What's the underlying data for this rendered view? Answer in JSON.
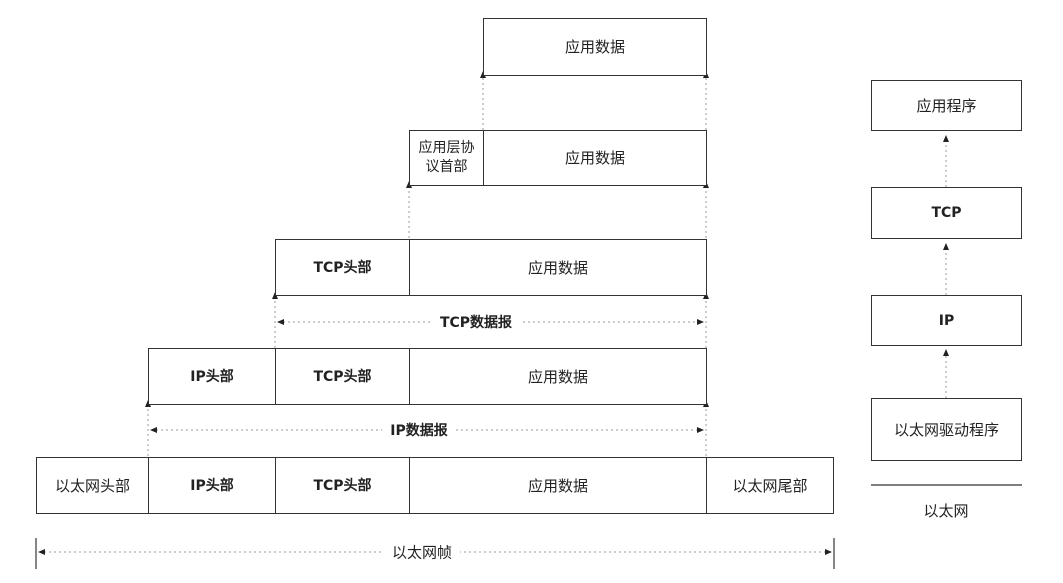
{
  "layers": {
    "app": {
      "data": "应用数据"
    },
    "app_proto": {
      "header": "应用层协\n议首部",
      "data": "应用数据"
    },
    "tcp": {
      "header": "TCP头部",
      "data": "应用数据"
    },
    "ip": {
      "header": "IP头部",
      "tcp_header": "TCP头部",
      "data": "应用数据"
    },
    "ethernet": {
      "header": "以太网头部",
      "ip_header": "IP头部",
      "tcp_header": "TCP头部",
      "data": "应用数据",
      "trailer": "以太网尾部"
    }
  },
  "spans": {
    "tcp_datagram": "TCP数据报",
    "ip_datagram": "IP数据报",
    "ethernet_frame": "以太网帧"
  },
  "stack": {
    "application": "应用程序",
    "tcp": "TCP",
    "ip": "IP",
    "driver": "以太网驱动程序",
    "network": "以太网"
  }
}
